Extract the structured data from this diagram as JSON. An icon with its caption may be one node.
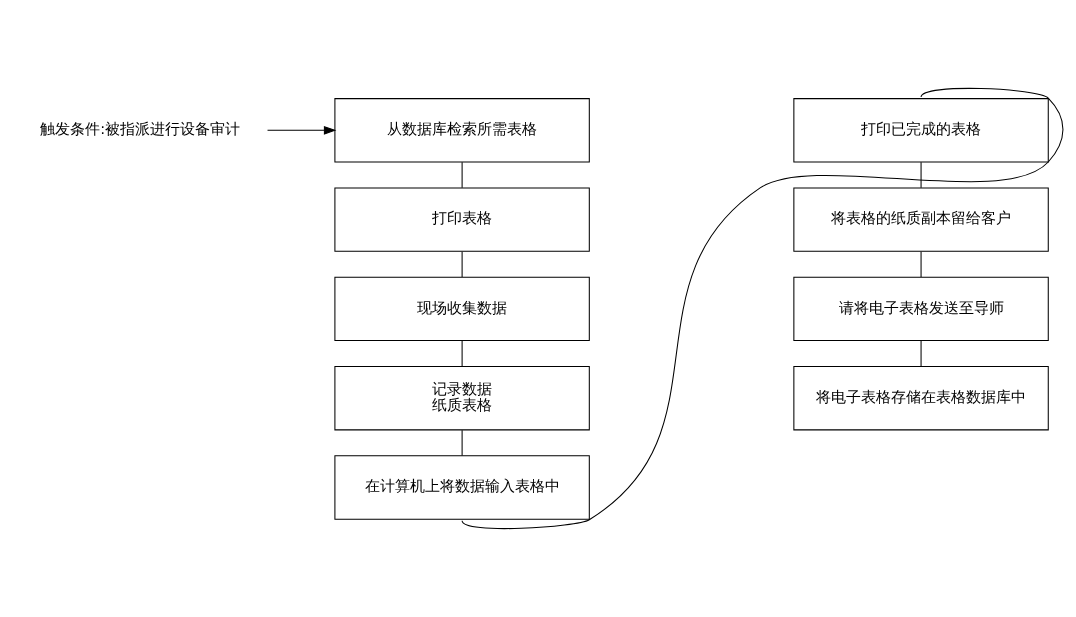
{
  "diagram": {
    "nodes": [
      {
        "text": [
          "触发条件:被指派进行设备审计"
        ]
      },
      {
        "text": [
          "从数据库检索所需表格"
        ]
      },
      {
        "text": [
          "打印表格"
        ]
      },
      {
        "text": [
          "现场收集数据"
        ]
      },
      {
        "text": [
          "记录数据",
          "纸质表格"
        ]
      },
      {
        "text": [
          "在计算机上将数据输入表格中"
        ]
      },
      {
        "text": [
          "打印已完成的表格"
        ]
      },
      {
        "text": [
          "将表格的纸质副本留给客户"
        ]
      },
      {
        "text": [
          "请将电子表格发送至导师"
        ]
      },
      {
        "text": [
          "将电子表格存储在表格数据库中"
        ]
      }
    ],
    "edges": [
      {
        "from": 0,
        "to": 1,
        "arrow": "to"
      },
      {
        "from": 1,
        "to": 2,
        "arrow": "none"
      },
      {
        "from": 2,
        "to": 3,
        "arrow": "none"
      },
      {
        "from": 3,
        "to": 4,
        "arrow": "none"
      },
      {
        "from": 4,
        "to": 5,
        "arrow": "none"
      },
      {
        "from": 5,
        "to": 6,
        "arrow": "none"
      },
      {
        "from": 6,
        "to": 7,
        "arrow": "none"
      },
      {
        "from": 7,
        "to": 8,
        "arrow": "none"
      },
      {
        "from": 8,
        "to": 9,
        "arrow": "none"
      }
    ]
  }
}
